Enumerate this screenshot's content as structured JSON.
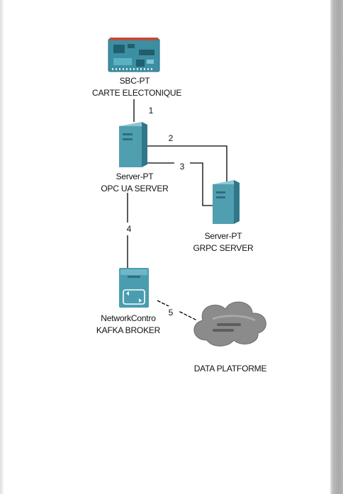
{
  "nodes": {
    "sbc": {
      "type": "SBC-PT",
      "name": "CARTE ELECTONIQUE",
      "icon": "circuit-board-icon"
    },
    "opc": {
      "type": "Server-PT",
      "name": "OPC UA SERVER",
      "icon": "server-tower-icon"
    },
    "grpc": {
      "type": "Server-PT",
      "name": "GRPC SERVER",
      "icon": "server-tower-icon"
    },
    "kafka": {
      "type": "NetworkContro",
      "name": "KAFKA BROKER",
      "icon": "network-controller-icon"
    },
    "data": {
      "name": "DATA PLATFORME",
      "icon": "cloud-icon"
    }
  },
  "links": [
    {
      "label": "1"
    },
    {
      "label": "2"
    },
    {
      "label": "3"
    },
    {
      "label": "4"
    },
    {
      "label": "5"
    }
  ],
  "colors": {
    "server": "#4e9fb0",
    "server_dark": "#2f7c8f",
    "board": "#3d8da0",
    "cloud": "#8a8a8a",
    "link": "#000000"
  }
}
